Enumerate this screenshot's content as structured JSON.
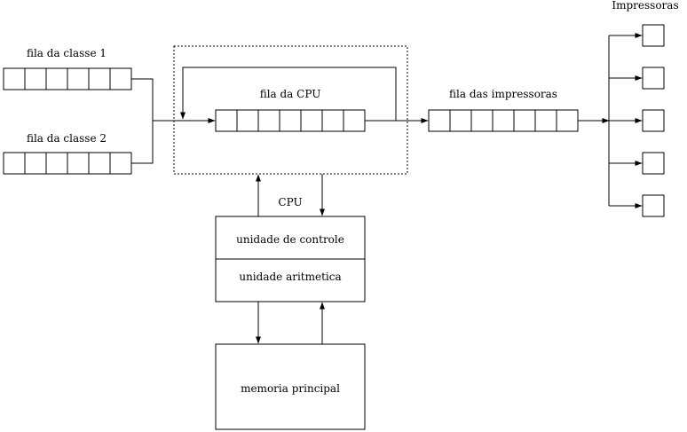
{
  "labels": {
    "printers": "Impressoras",
    "class1_queue": "fila da classe 1",
    "class2_queue": "fila da classe 2",
    "cpu_queue": "fila da CPU",
    "printer_queue": "fila das impressoras",
    "cpu": "CPU",
    "control_unit": "unidade de controle",
    "arithmetic_unit": "unidade aritmetica",
    "main_memory": "memoria principal"
  }
}
